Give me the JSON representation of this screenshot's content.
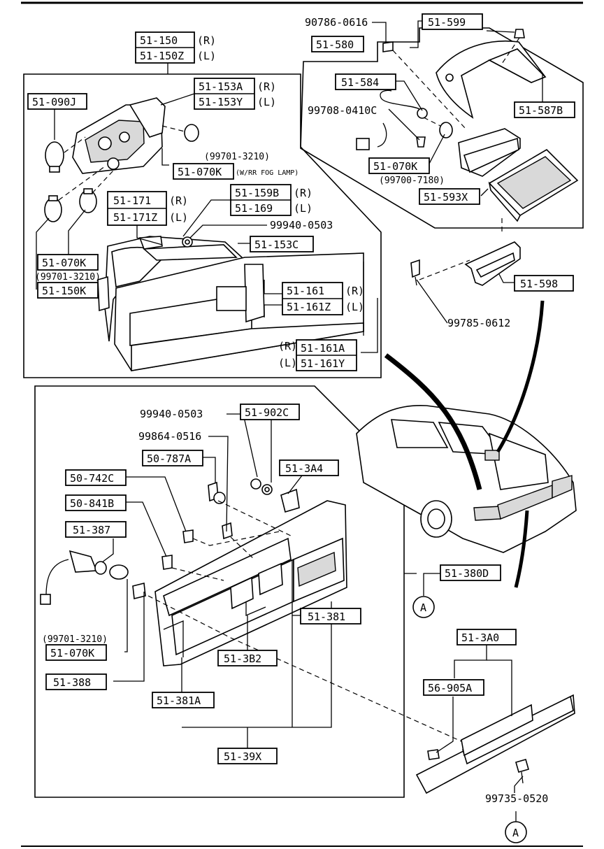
{
  "rule_top": true,
  "rule_bottom": true,
  "callouts": {
    "p51_150_r": "51-150",
    "p51_150_r_side": "(R)",
    "p51_150z": "51-150Z",
    "p51_150z_side": "(L)",
    "p51_090j": "51-090J",
    "p51_153a": "51-153A",
    "p51_153a_side": "(R)",
    "p51_153y": "51-153Y",
    "p51_153y_side": "(L)",
    "code_99701_3210_a": "(99701-3210)",
    "p51_070k_a": "51-070K",
    "fog_note": "(W/RR FOG LAMP)",
    "p51_171": "51-171",
    "p51_171_side": "(R)",
    "p51_171z": "51-171Z",
    "p51_171z_side": "(L)",
    "p51_159b": "51-159B",
    "p51_159b_side": "(R)",
    "p51_169": "51-169",
    "p51_169_side": "(L)",
    "code_99940_0503_a": "99940-0503",
    "p51_153c": "51-153C",
    "p51_070k_b": "51-070K",
    "code_99701_3210_b": "(99701-3210)",
    "p51_150k": "51-150K",
    "p51_161": "51-161",
    "p51_161_side": "(R)",
    "p51_161z": "51-161Z",
    "p51_161z_side": "(L)",
    "p51_161a_side": "(R)",
    "p51_161a": "51-161A",
    "p51_161y_side": "(L)",
    "p51_161y": "51-161Y",
    "code_90786_0616": "90786-0616",
    "p51_599": "51-599",
    "p51_580": "51-580",
    "p51_584": "51-584",
    "code_99708_0410c": "99708-0410C",
    "p51_587b": "51-587B",
    "p51_070k_c": "51-070K",
    "code_99700_7180": "(99700-7180)",
    "p51_593x": "51-593X",
    "p51_598": "51-598",
    "code_99785_0612": "99785-0612",
    "code_99940_0503_b": "99940-0503",
    "p51_902c": "51-902C",
    "code_99864_0516": "99864-0516",
    "p50_787a": "50-787A",
    "p51_3a4": "51-3A4",
    "p50_742c": "50-742C",
    "p50_841b": "50-841B",
    "p51_387": "51-387",
    "p51_380d": "51-380D",
    "circle_a_1": "A",
    "p51_381": "51-381",
    "code_99701_3210_c": "(99701-3210)",
    "p51_070k_d": "51-070K",
    "p51_3b2": "51-3B2",
    "p51_388": "51-388",
    "p51_3a0": "51-3A0",
    "p56_905a": "56-905A",
    "p51_381a": "51-381A",
    "p51_39x": "51-39X",
    "code_99735_0520": "99735-0520",
    "circle_a_2": "A"
  }
}
